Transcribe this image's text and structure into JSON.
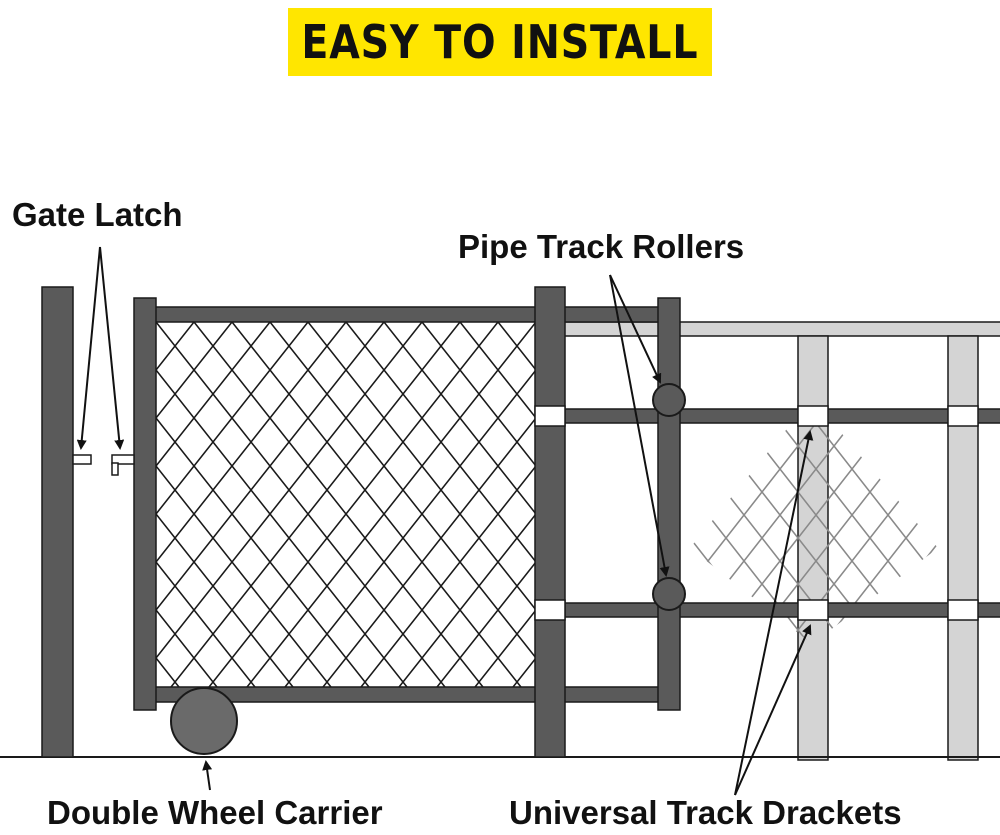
{
  "banner": {
    "text": "EASY TO INSTALL",
    "color": "#ffe600"
  },
  "labels": {
    "gate_latch": "Gate Latch",
    "pipe_track_rollers": "Pipe Track Rollers",
    "double_wheel_carrier": "Double Wheel Carrier",
    "universal_track_brackets": "Universal Track Drackets"
  },
  "colors": {
    "frame": "#5a5a5a",
    "frame_outline": "#1a1a1a",
    "ghost_frame": "#d4d4d4",
    "ghost_mesh": "#8a8a8a",
    "mesh": "#1a1a1a",
    "wheel": "#6a6a6a"
  }
}
